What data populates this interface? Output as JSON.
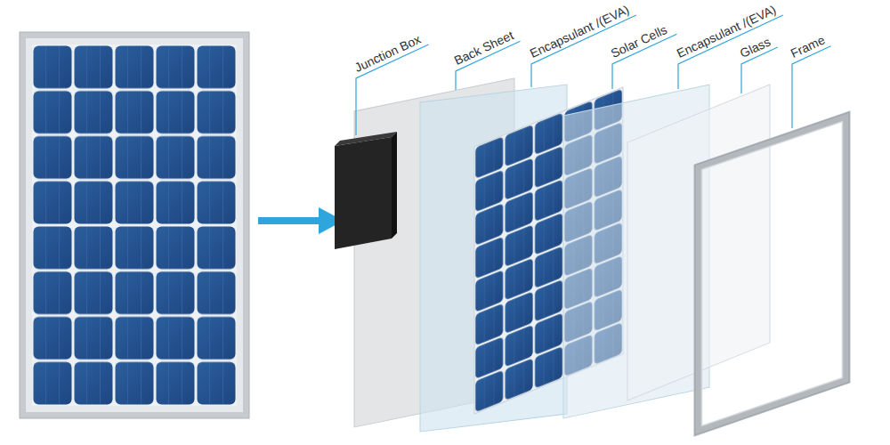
{
  "diagram": {
    "labels": [
      "Junction Box",
      "Back Sheet",
      "Encapsulant /(EVA)",
      "Solar Cells",
      "Encapsulant /(EVA)",
      "Glass",
      "Frame"
    ]
  }
}
